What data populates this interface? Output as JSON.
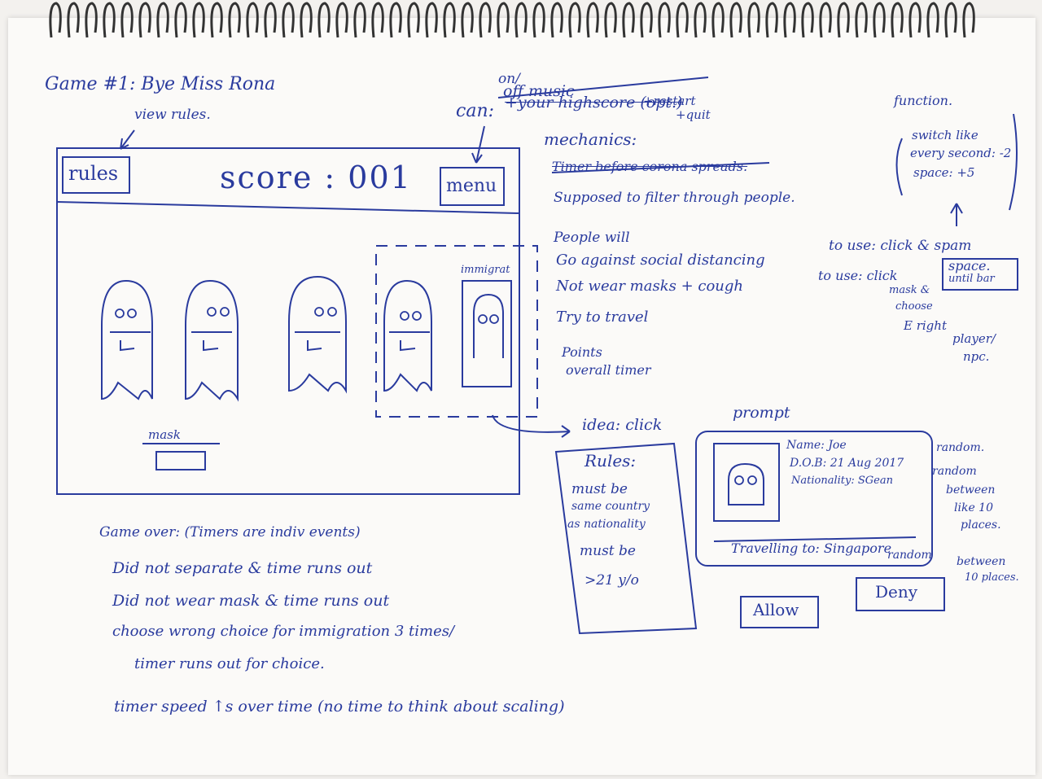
{
  "title": "Game #1: Bye Miss Rona",
  "annotations": {
    "view_rules": "view rules.",
    "can": "can:",
    "on_off_music_a": "on/",
    "on_off_music_b": "off music",
    "your_highscore": "+your highscore (opt.)",
    "restart": "+restart",
    "quit": "+quit",
    "function_label": "function.",
    "switch_like": "switch like",
    "every_second": "every second: -2",
    "space_plus": "space: +5"
  },
  "mockup": {
    "rules_button": "rules",
    "score_label": "score : 001",
    "menu_button": "menu",
    "immigration_label": "immigrat",
    "mask_label": "mask"
  },
  "mechanics": {
    "heading": "mechanics:",
    "items": [
      "Timer before corona spreads.",
      "Supposed to filter through people.",
      "People will",
      "Go against social distancing",
      "Not wear masks + cough",
      "Try to travel",
      "Points",
      "overall timer"
    ],
    "to_use_click_spam": "to use: click & spam",
    "space_until_bar": "space.",
    "until_bar": "until bar",
    "to_use_click": "to use: click",
    "mask_choose": "mask &",
    "choose": "choose",
    "right_player": "E right",
    "player": "player/",
    "npc": "npc."
  },
  "idea": {
    "label": "idea: click",
    "prompt": "prompt"
  },
  "rules_card": {
    "title": "Rules:",
    "line1": "must be",
    "line2": "same country",
    "line3": "as nationality",
    "line4": "must be",
    "line5": ">21 y/o"
  },
  "passport": {
    "name": "Name: Joe",
    "dob": "D.O.B: 21 Aug 2017",
    "nationality": "Nationality: SGean",
    "travelling": "Travelling to: Singapore",
    "allow": "Allow",
    "deny": "Deny",
    "random1": "random.",
    "random2": "random",
    "between": "between",
    "like10": "like 10",
    "places": "places.",
    "random3": "random",
    "between2": "between",
    "places2": "10 places."
  },
  "game_over": {
    "heading": "Game over: (Timers are indiv events)",
    "items": [
      "Did not separate & time runs out",
      "Did not wear mask & time runs out",
      "choose wrong choice for immigration 3 times/",
      "timer runs out for choice.",
      "timer speed ↑s over time (no time to think about scaling)"
    ]
  }
}
